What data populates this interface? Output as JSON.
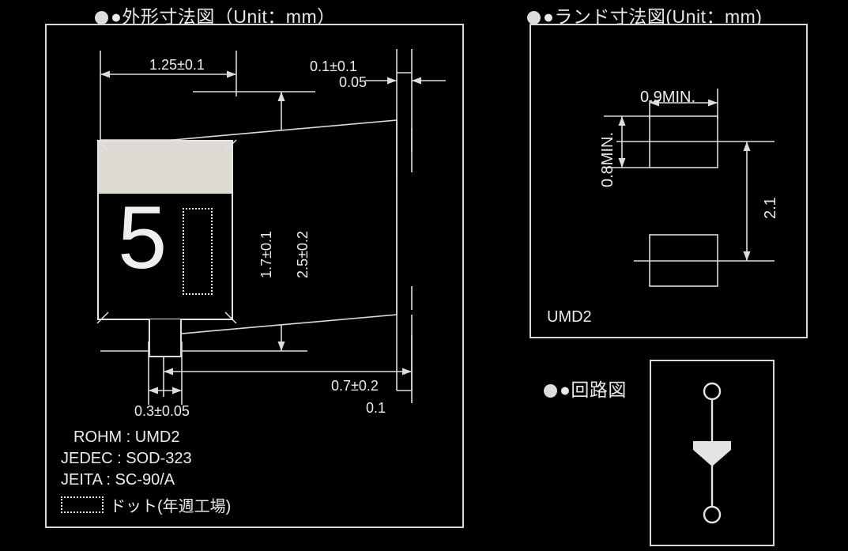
{
  "page": {
    "background_color": "#000000",
    "line_color": "#dcdcdc",
    "text_color": "#e9e9e9"
  },
  "sections": {
    "outline": {
      "title": "●外形寸法図（Unit：mm）",
      "bullet": "bullet-dot",
      "top_view": {
        "width_dim": "1.25±0.1",
        "body_height_dim": "1.7±0.1",
        "overall_height_dim": "2.5±0.2",
        "lead_width_dim": "0.3±0.05",
        "marking": "5",
        "dot_box_name": "dot-marking-area"
      },
      "side_view": {
        "top_dim": "0.1±0.1",
        "standoff_dim": "0.05",
        "depth_dim": "0.7±0.2",
        "lead_dim": "0.1"
      },
      "legend": [
        "ROHM : UMD2",
        "JEDEC : SOD-323",
        "JEITA : SC-90/A"
      ],
      "legend_swatch_label": "ドット(年週工場)"
    },
    "land": {
      "title": "●ランド寸法図(Unit：mm)",
      "pad_width_dim": "0.9MIN.",
      "pad_height_dim": "0.8MIN.",
      "pitch_dim": "2.1",
      "package_name": "UMD2"
    },
    "circuit": {
      "title": "●回路図",
      "symbol": "diode",
      "terminal_top": "anode-terminal",
      "terminal_bottom": "cathode-terminal"
    }
  }
}
